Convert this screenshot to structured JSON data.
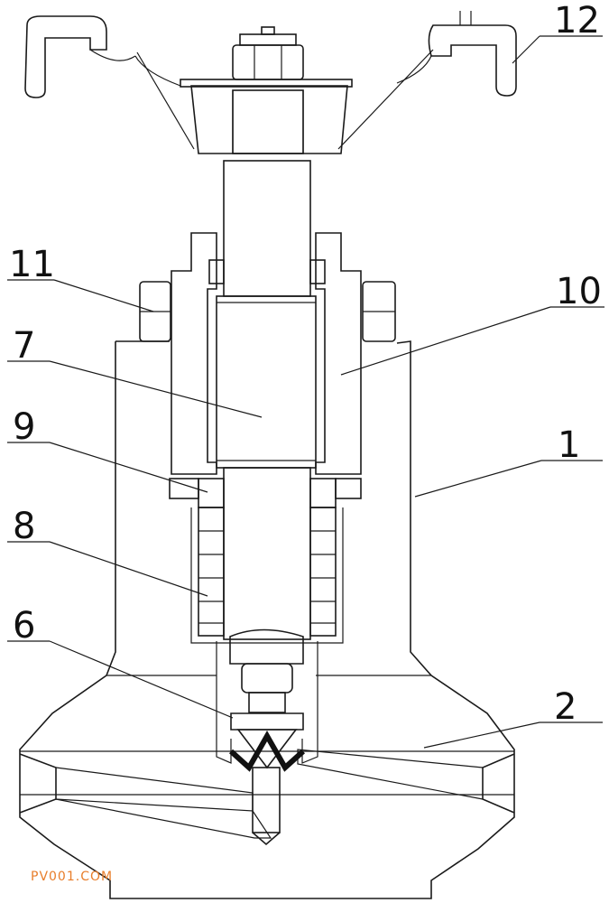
{
  "diagram": {
    "labels": {
      "l1": "1",
      "l2": "2",
      "l6": "6",
      "l7": "7",
      "l8": "8",
      "l9": "9",
      "l10": "10",
      "l11": "11",
      "l12": "12"
    },
    "watermark": "PV001.COM"
  }
}
